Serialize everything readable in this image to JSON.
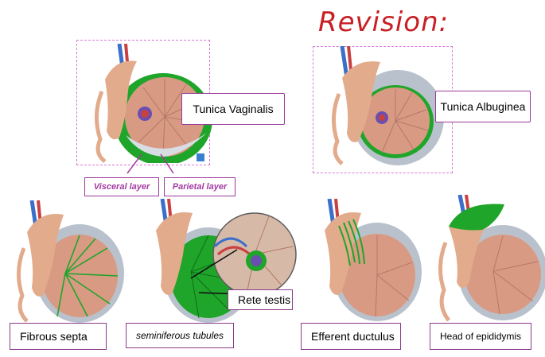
{
  "heading": "Revision:",
  "colors": {
    "accent_green": "#1fa52a",
    "heading_red": "#c81e24",
    "annotation_purple": "#a23aa2",
    "selection_pink": "#d77ad7",
    "testis_salmon": "#d99a84",
    "epididymis_tan": "#e2ab8c",
    "capsule_gray": "#b9c2cc"
  },
  "top_figures": [
    {
      "label": "Tunica Vaginalis",
      "highlight": "tunica-vaginalis"
    },
    {
      "label": "Tunica Albuginea",
      "highlight": "tunica-albuginea"
    }
  ],
  "layer_tags": {
    "visceral": "Visceral layer",
    "parietal": "Parietal layer"
  },
  "bottom_figures": [
    {
      "label": "Fibrous septa",
      "highlight": "fibrous-septa"
    },
    {
      "label": "seminiferous tubules",
      "highlight": "seminiferous-tubules"
    },
    {
      "label": "Efferent ductulus",
      "highlight": "efferent-ductulus"
    },
    {
      "label": "Head of epididymis",
      "highlight": "head-of-epididymis"
    }
  ],
  "callout": {
    "label": "Rete testis"
  }
}
